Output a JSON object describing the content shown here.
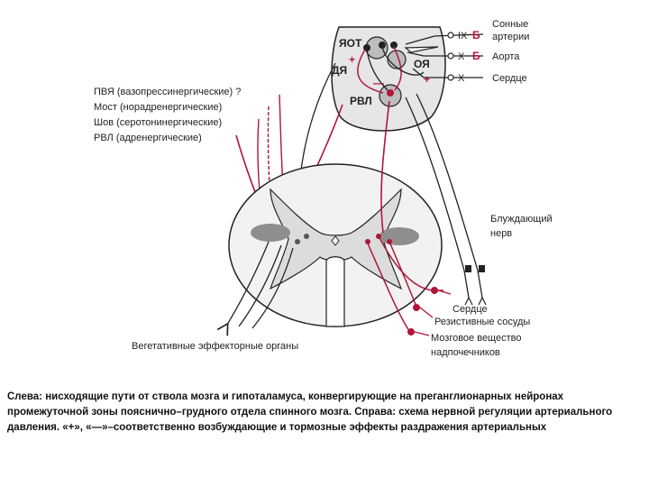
{
  "brainstem": {
    "yot": "ЯОТ",
    "dya": "ДЯ",
    "oya": "ОЯ",
    "rvl": "РВЛ",
    "plus1": "+",
    "plus2": "+",
    "minus": "—"
  },
  "afferents": [
    {
      "nerve": "IX",
      "mark": "Б",
      "target": "Сонные артерии"
    },
    {
      "nerve": "X",
      "mark": "Б",
      "target": "Аорта"
    },
    {
      "nerve": "X",
      "mark": "",
      "target": "Сердце"
    }
  ],
  "afferent_target_lines": {
    "carotid_1": "Сонные",
    "carotid_2": "артерии"
  },
  "descending": [
    {
      "label": "ПВЯ  (вазопрессинергические) ?"
    },
    {
      "label": "Мост  (норадренергические)"
    },
    {
      "label": "Шов (серотонинергические)"
    },
    {
      "label": "РВЛ  (адренергические)"
    }
  ],
  "right_labels": {
    "vagus_1": "Блуждающий",
    "vagus_2": "нерв",
    "heart": "Сердце",
    "vessels": "Резистивные сосуды",
    "adrenal_1": "Мозговое вещество",
    "adrenal_2": "надпочечников"
  },
  "effectors": "Вегетативные эффекторные органы",
  "caption": "Слева: нисходящие пути от ствола мозга и гипоталамуса, конвергирующие на преганглионарных нейронах промежуточной зоны пояснично–грудного отдела спинного мозга. Справа: схема нервной регуляции артериального давления. «+», «—»–соответственно возбуждающие и тормозные эффекты раздражения артериальных",
  "colors": {
    "red": "#b0163a",
    "gray": "#e4e4e4",
    "dark": "#222222"
  }
}
